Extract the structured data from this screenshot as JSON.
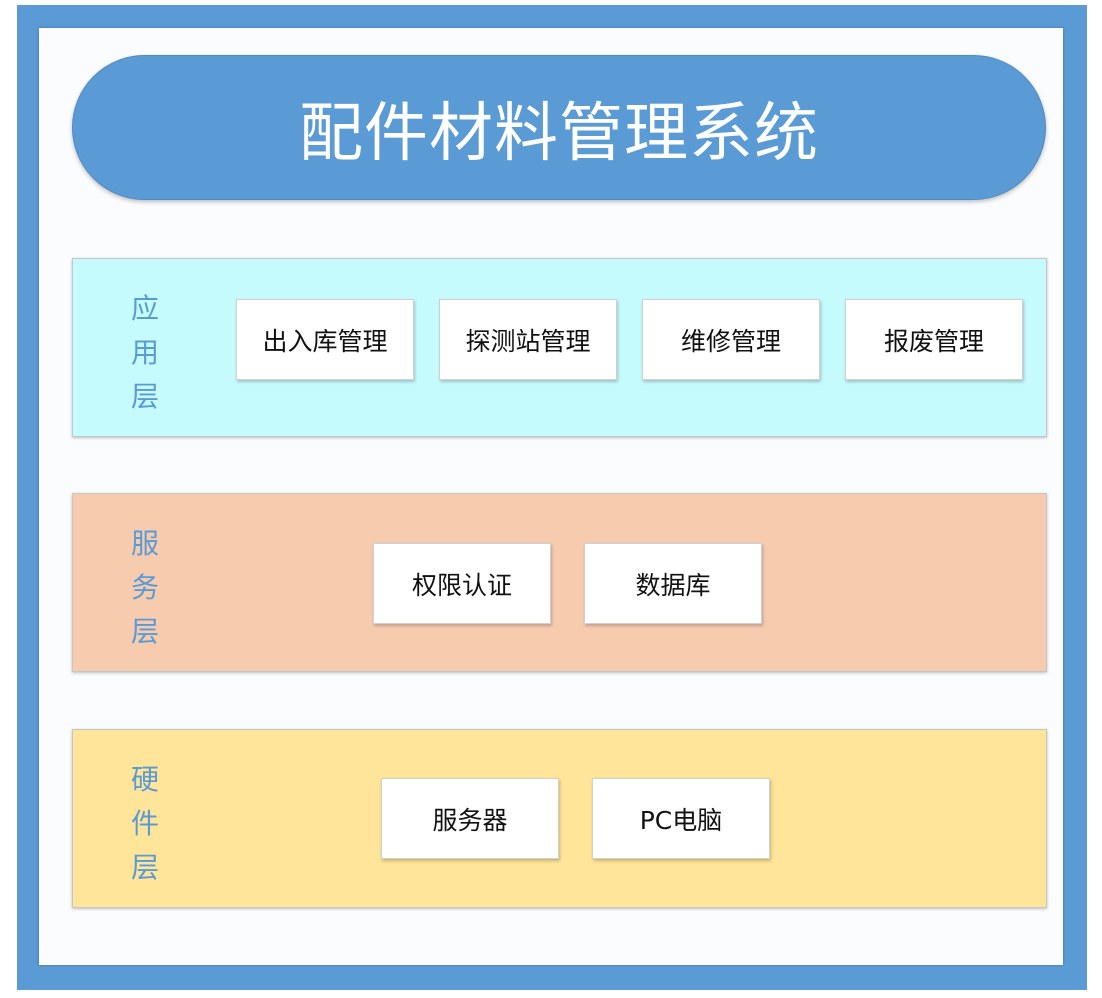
{
  "title": "配件材料管理系统",
  "colors": {
    "frame": "#5b9bd5",
    "application_layer": "#c6fbfd",
    "service_layer": "#f7cbae",
    "hardware_layer": "#ffe599",
    "label_text": "#5b9bd5"
  },
  "layers": [
    {
      "label": "应用层",
      "components": [
        "出入库管理",
        "探测站管理",
        "维修管理",
        "报废管理"
      ]
    },
    {
      "label": "服务层",
      "components": [
        "权限认证",
        "数据库"
      ]
    },
    {
      "label": "硬件层",
      "components": [
        "服务器",
        "PC电脑"
      ]
    }
  ]
}
